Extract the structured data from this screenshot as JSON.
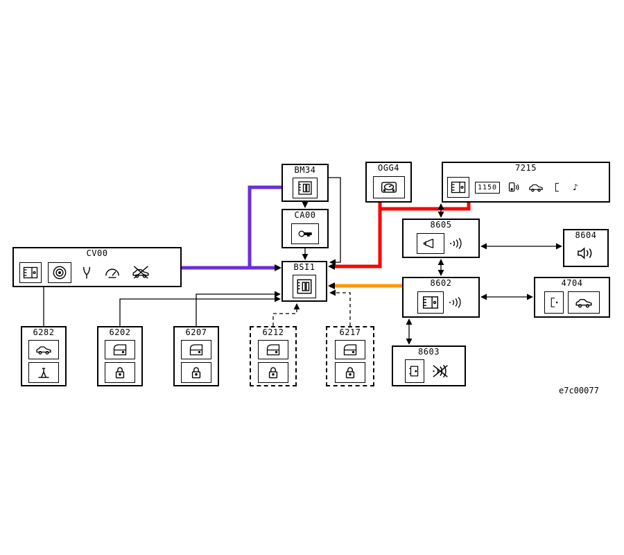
{
  "diagram": {
    "caption": "e7c00077",
    "colors": {
      "purple": "#6B2FD5",
      "red": "#FF0000",
      "orange": "#FF9800",
      "line": "#000000"
    },
    "boxes": {
      "bm34": {
        "label": "BM34"
      },
      "ca00": {
        "label": "CA00"
      },
      "ogg4": {
        "label": "OGG4"
      },
      "b7215": {
        "label": "7215",
        "display": "1150"
      },
      "b8605": {
        "label": "8605"
      },
      "b8604": {
        "label": "8604"
      },
      "cv00": {
        "label": "CV00"
      },
      "bsi1": {
        "label": "BSI1"
      },
      "b8602": {
        "label": "8602"
      },
      "b4704": {
        "label": "4704"
      },
      "b8603": {
        "label": "8603"
      },
      "b6282": {
        "label": "6282"
      },
      "b6202": {
        "label": "6202"
      },
      "b6207": {
        "label": "6207"
      },
      "b6212": {
        "label": "6212"
      },
      "b6217": {
        "label": "6217"
      }
    },
    "icons": [
      "connector-icon",
      "key-icon",
      "instrument-cluster-icon",
      "clock-display",
      "remote-icon",
      "car-icon",
      "bracket-icon",
      "music-note-icon",
      "horn-icon",
      "sound-waves-icon",
      "speaker-icon",
      "steering-wheel-icon",
      "road-fork-icon",
      "gauge-icon",
      "car-crossed-icon",
      "door-panel-icon",
      "waves-crossed-icon",
      "door-icon",
      "lock-icon",
      "jack-icon"
    ]
  }
}
